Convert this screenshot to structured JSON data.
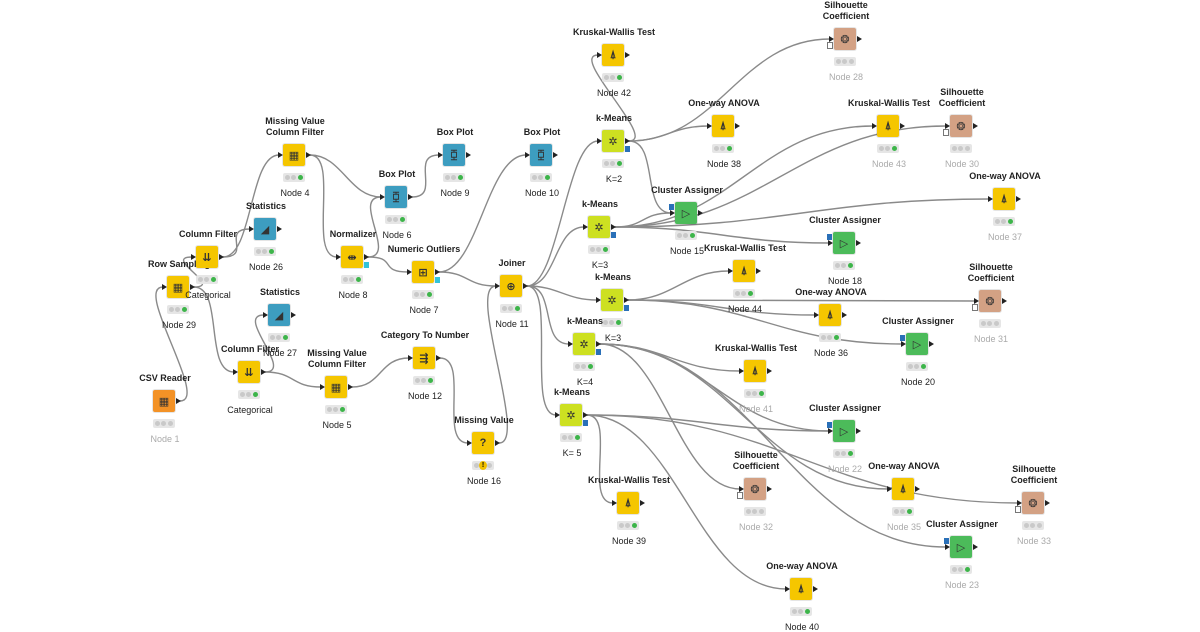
{
  "colors": {
    "manipulator": "#f5c600",
    "learner": "#cde021",
    "predictor": "#4cbb5a",
    "view": "#3d9dc0",
    "source": "#f39226",
    "other": "#d3a184",
    "edge": "#8a8a8a"
  },
  "nodes": [
    {
      "id": "n1",
      "title": "CSV Reader",
      "label": "Node 1",
      "kind": "source",
      "icon": "table-reader-icon",
      "glyph": "▦",
      "inactive": true,
      "status": [
        "grey",
        "grey",
        "grey"
      ]
    },
    {
      "id": "n29",
      "title": "Row Sampling",
      "label": "Node 29",
      "kind": "manipulator",
      "icon": "row-sampling-icon",
      "glyph": "▦",
      "status": [
        "grey",
        "grey",
        "green"
      ]
    },
    {
      "id": "n25",
      "title": "Column Filter",
      "label": "",
      "sublabel": "Categorical",
      "kind": "manipulator",
      "icon": "column-filter-icon",
      "glyph": "⇊",
      "status": [
        "grey",
        "grey",
        "green"
      ]
    },
    {
      "id": "n26",
      "title": "Statistics",
      "label": "Node 26",
      "kind": "view",
      "icon": "statistics-icon",
      "glyph": "◢",
      "status": [
        "grey",
        "grey",
        "green"
      ]
    },
    {
      "id": "n4",
      "title": "Missing Value\nColumn Filter",
      "label": "Node 4",
      "kind": "manipulator",
      "icon": "missing-value-column-filter-icon",
      "glyph": "▦",
      "status": [
        "grey",
        "grey",
        "green"
      ]
    },
    {
      "id": "n8",
      "title": "Normalizer",
      "label": "Node 8",
      "kind": "manipulator",
      "icon": "normalizer-icon",
      "glyph": "⇹",
      "status": [
        "grey",
        "grey",
        "green"
      ]
    },
    {
      "id": "n6",
      "title": "Box Plot",
      "label": "Node 6",
      "kind": "view",
      "icon": "box-plot-icon",
      "glyph": "⧮",
      "status": [
        "grey",
        "grey",
        "green"
      ]
    },
    {
      "id": "n9",
      "title": "Box Plot",
      "label": "Node 9",
      "kind": "view",
      "icon": "box-plot-icon",
      "glyph": "⧮",
      "status": [
        "grey",
        "grey",
        "green"
      ]
    },
    {
      "id": "n7",
      "title": "Numeric Outliers",
      "label": "Node 7",
      "kind": "manipulator",
      "icon": "numeric-outliers-icon",
      "glyph": "⊞",
      "status": [
        "grey",
        "grey",
        "green"
      ]
    },
    {
      "id": "n27",
      "title": "Statistics",
      "label": "Node 27",
      "kind": "view",
      "icon": "statistics-icon",
      "glyph": "◢",
      "status": [
        "grey",
        "grey",
        "green"
      ]
    },
    {
      "id": "n24",
      "title": "Column Filter",
      "label": "",
      "sublabel": "Categorical",
      "kind": "manipulator",
      "icon": "column-filter-icon",
      "glyph": "⇊",
      "status": [
        "grey",
        "grey",
        "green"
      ]
    },
    {
      "id": "n5",
      "title": "Missing Value\nColumn Filter",
      "label": "Node 5",
      "kind": "manipulator",
      "icon": "missing-value-column-filter-icon",
      "glyph": "▦",
      "status": [
        "grey",
        "grey",
        "green"
      ]
    },
    {
      "id": "n12",
      "title": "Category To Number",
      "label": "Node 12",
      "kind": "manipulator",
      "icon": "category-to-number-icon",
      "glyph": "⇶",
      "status": [
        "grey",
        "grey",
        "green"
      ]
    },
    {
      "id": "n16",
      "title": "Missing Value",
      "label": "Node 16",
      "kind": "manipulator",
      "icon": "missing-value-icon",
      "glyph": "?",
      "status": [
        "grey",
        "yellow",
        "grey"
      ],
      "warning": true
    },
    {
      "id": "n10",
      "title": "Box Plot",
      "label": "Node 10",
      "kind": "view",
      "icon": "box-plot-icon",
      "glyph": "⧮",
      "status": [
        "grey",
        "grey",
        "green"
      ]
    },
    {
      "id": "n11",
      "title": "Joiner",
      "label": "Node 11",
      "kind": "manipulator",
      "icon": "joiner-icon",
      "glyph": "⊕",
      "status": [
        "grey",
        "grey",
        "green"
      ]
    },
    {
      "id": "n42",
      "title": "Kruskal-Wallis Test",
      "label": "Node 42",
      "kind": "manipulator",
      "icon": "kruskal-wallis-icon",
      "glyph": "⍋",
      "status": [
        "grey",
        "grey",
        "green"
      ]
    },
    {
      "id": "n2",
      "title": "k-Means",
      "label": "",
      "sublabel": "K=2",
      "kind": "learner",
      "icon": "k-means-icon",
      "glyph": "✲",
      "status": [
        "grey",
        "grey",
        "green"
      ]
    },
    {
      "id": "n3",
      "title": "k-Means",
      "label": "",
      "sublabel": "K=3",
      "kind": "learner",
      "icon": "k-means-icon",
      "glyph": "✲",
      "status": [
        "grey",
        "grey",
        "green"
      ]
    },
    {
      "id": "n13",
      "title": "k-Means",
      "label": "",
      "sublabel": "K=3",
      "kind": "learner",
      "icon": "k-means-icon",
      "glyph": "✲",
      "status": [
        "grey",
        "grey",
        "green"
      ]
    },
    {
      "id": "n14",
      "title": "k-Means",
      "label": "",
      "sublabel": "K=4",
      "kind": "learner",
      "icon": "k-means-icon",
      "glyph": "✲",
      "status": [
        "grey",
        "grey",
        "green"
      ]
    },
    {
      "id": "n17",
      "title": "k-Means",
      "label": "",
      "sublabel": "K= 5",
      "kind": "learner",
      "icon": "k-means-icon",
      "glyph": "✲",
      "status": [
        "grey",
        "grey",
        "green"
      ]
    },
    {
      "id": "n38",
      "title": "One-way ANOVA",
      "label": "Node 38",
      "kind": "manipulator",
      "icon": "anova-icon",
      "glyph": "⍋",
      "status": [
        "grey",
        "grey",
        "green"
      ]
    },
    {
      "id": "n15",
      "title": "Cluster Assigner",
      "label": "Node 15",
      "kind": "predictor",
      "icon": "cluster-assigner-icon",
      "glyph": "▷",
      "status": [
        "grey",
        "grey",
        "green"
      ]
    },
    {
      "id": "n18",
      "title": "Cluster Assigner",
      "label": "Node 18",
      "kind": "predictor",
      "icon": "cluster-assigner-icon",
      "glyph": "▷",
      "status": [
        "grey",
        "grey",
        "green"
      ]
    },
    {
      "id": "n28",
      "title": "Silhouette\nCoefficient",
      "label": "Node 28",
      "kind": "other",
      "icon": "silhouette-icon",
      "glyph": "❂",
      "inactive": true,
      "status": [
        "grey",
        "grey",
        "grey"
      ]
    },
    {
      "id": "n43",
      "title": "Kruskal-Wallis Test",
      "label": "Node 43",
      "kind": "manipulator",
      "icon": "kruskal-wallis-icon",
      "glyph": "⍋",
      "inactive": true,
      "status": [
        "grey",
        "grey",
        "green"
      ]
    },
    {
      "id": "n30",
      "title": "Silhouette\nCoefficient",
      "label": "Node 30",
      "kind": "other",
      "icon": "silhouette-icon",
      "glyph": "❂",
      "inactive": true,
      "status": [
        "grey",
        "grey",
        "grey"
      ]
    },
    {
      "id": "n37",
      "title": "One-way ANOVA",
      "label": "Node 37",
      "kind": "manipulator",
      "icon": "anova-icon",
      "glyph": "⍋",
      "inactive": true,
      "status": [
        "grey",
        "grey",
        "green"
      ]
    },
    {
      "id": "n44",
      "title": "Kruskal-Wallis Test",
      "label": "Node 44",
      "kind": "manipulator",
      "icon": "kruskal-wallis-icon",
      "glyph": "⍋",
      "status": [
        "grey",
        "grey",
        "green"
      ]
    },
    {
      "id": "n36",
      "title": "One-way ANOVA",
      "label": "Node 36",
      "kind": "manipulator",
      "icon": "anova-icon",
      "glyph": "⍋",
      "status": [
        "grey",
        "grey",
        "green"
      ]
    },
    {
      "id": "n31",
      "title": "Silhouette\nCoefficient",
      "label": "Node 31",
      "kind": "other",
      "icon": "silhouette-icon",
      "glyph": "❂",
      "inactive": true,
      "status": [
        "grey",
        "grey",
        "grey"
      ]
    },
    {
      "id": "n20",
      "title": "Cluster Assigner",
      "label": "Node 20",
      "kind": "predictor",
      "icon": "cluster-assigner-icon",
      "glyph": "▷",
      "status": [
        "grey",
        "grey",
        "green"
      ]
    },
    {
      "id": "n41",
      "title": "Kruskal-Wallis Test",
      "label": "Node 41",
      "kind": "manipulator",
      "icon": "kruskal-wallis-icon",
      "glyph": "⍋",
      "inactive": true,
      "status": [
        "grey",
        "grey",
        "green"
      ]
    },
    {
      "id": "n22",
      "title": "Cluster Assigner",
      "label": "Node 22",
      "kind": "predictor",
      "icon": "cluster-assigner-icon",
      "glyph": "▷",
      "inactive": true,
      "status": [
        "grey",
        "grey",
        "green"
      ]
    },
    {
      "id": "n32",
      "title": "Silhouette\nCoefficient",
      "label": "Node 32",
      "kind": "other",
      "icon": "silhouette-icon",
      "glyph": "❂",
      "inactive": true,
      "status": [
        "grey",
        "grey",
        "grey"
      ]
    },
    {
      "id": "n35",
      "title": "One-way ANOVA",
      "label": "Node 35",
      "kind": "manipulator",
      "icon": "anova-icon",
      "glyph": "⍋",
      "inactive": true,
      "status": [
        "grey",
        "grey",
        "green"
      ]
    },
    {
      "id": "n33",
      "title": "Silhouette\nCoefficient",
      "label": "Node 33",
      "kind": "other",
      "icon": "silhouette-icon",
      "glyph": "❂",
      "inactive": true,
      "status": [
        "grey",
        "grey",
        "grey"
      ]
    },
    {
      "id": "n39",
      "title": "Kruskal-Wallis Test",
      "label": "Node 39",
      "kind": "manipulator",
      "icon": "kruskal-wallis-icon",
      "glyph": "⍋",
      "status": [
        "grey",
        "grey",
        "green"
      ]
    },
    {
      "id": "n23",
      "title": "Cluster Assigner",
      "label": "Node 23",
      "kind": "predictor",
      "icon": "cluster-assigner-icon",
      "glyph": "▷",
      "inactive": true,
      "status": [
        "grey",
        "grey",
        "green"
      ]
    },
    {
      "id": "n40",
      "title": "One-way ANOVA",
      "label": "Node 40",
      "kind": "manipulator",
      "icon": "anova-icon",
      "glyph": "⍋",
      "status": [
        "grey",
        "grey",
        "green"
      ]
    }
  ],
  "edges": [
    [
      "n1",
      "n29"
    ],
    [
      "n29",
      "n25"
    ],
    [
      "n29",
      "n24"
    ],
    [
      "n25",
      "n26"
    ],
    [
      "n25",
      "n4"
    ],
    [
      "n4",
      "n8"
    ],
    [
      "n4",
      "n6"
    ],
    [
      "n8",
      "n7"
    ],
    [
      "n8",
      "n6"
    ],
    [
      "n6",
      "n9"
    ],
    [
      "n24",
      "n27"
    ],
    [
      "n24",
      "n5"
    ],
    [
      "n5",
      "n12"
    ],
    [
      "n12",
      "n16"
    ],
    [
      "n16",
      "n11"
    ],
    [
      "n7",
      "n10"
    ],
    [
      "n7",
      "n11"
    ],
    [
      "n11",
      "n2"
    ],
    [
      "n11",
      "n3"
    ],
    [
      "n11",
      "n13"
    ],
    [
      "n11",
      "n14"
    ],
    [
      "n11",
      "n17"
    ],
    [
      "n2",
      "n42"
    ],
    [
      "n2",
      "n38"
    ],
    [
      "n2",
      "n28"
    ],
    [
      "n2",
      "n15"
    ],
    [
      "n3",
      "n15"
    ],
    [
      "n3",
      "n18"
    ],
    [
      "n3",
      "n43"
    ],
    [
      "n3",
      "n30"
    ],
    [
      "n3",
      "n37"
    ],
    [
      "n13",
      "n44"
    ],
    [
      "n13",
      "n36"
    ],
    [
      "n13",
      "n31"
    ],
    [
      "n13",
      "n20"
    ],
    [
      "n14",
      "n41"
    ],
    [
      "n14",
      "n22"
    ],
    [
      "n14",
      "n32"
    ],
    [
      "n14",
      "n35"
    ],
    [
      "n14",
      "n23"
    ],
    [
      "n17",
      "n39"
    ],
    [
      "n17",
      "n33"
    ],
    [
      "n17",
      "n40"
    ],
    [
      "n17",
      "n22"
    ]
  ]
}
